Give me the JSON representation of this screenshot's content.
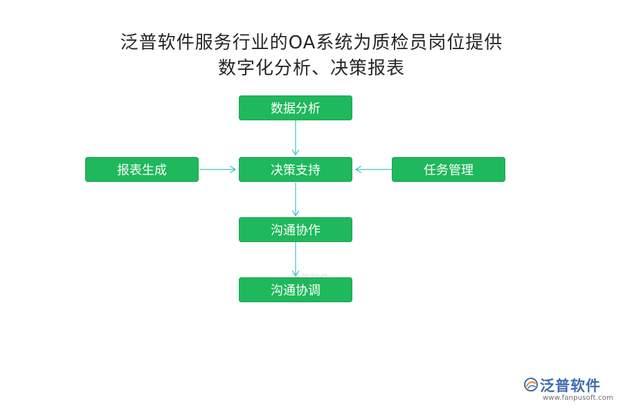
{
  "title": {
    "line1": "泛普软件服务行业的OA系统为质检员岗位提供",
    "line2": "数字化分析、决策报表"
  },
  "nodes": {
    "data_analysis": "数据分析",
    "decision_support": "决策支持",
    "report_generation": "报表生成",
    "task_management": "任务管理",
    "communication_collaboration": "沟通协作",
    "communication_coordination": "沟通协调"
  },
  "watermark": {
    "center_text": "泛普软件"
  },
  "brand": {
    "name": "泛普软件",
    "url": "www.fanpusoft.com"
  },
  "colors": {
    "node_fill": "#1fb85c",
    "node_text": "#ffffff",
    "connector": "#3fc0c0",
    "title_text": "#262626",
    "brand_blue": "#3e6bb0",
    "brand_orange": "#f08a24"
  }
}
